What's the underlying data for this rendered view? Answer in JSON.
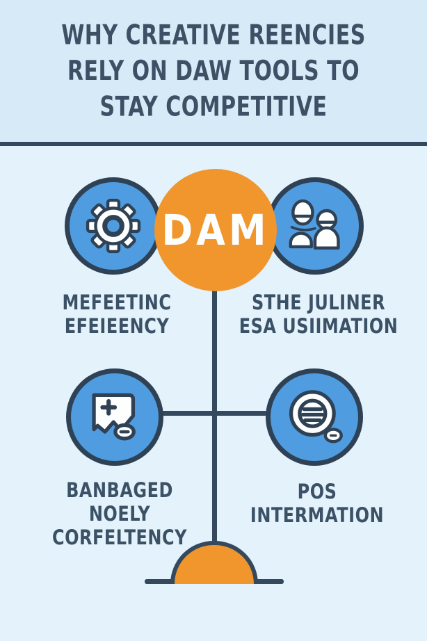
{
  "title": {
    "lines": [
      "WHY CREATIVE REENCIES",
      "RELY ON DAW TOOLS TO",
      "STAY COMPETITIVE"
    ]
  },
  "center": {
    "label": "DAM"
  },
  "nodes": [
    {
      "name": "meeting-efficiency",
      "icon": "gear-icon",
      "lines": [
        "MEFEETINC",
        "EFEIEENCY"
      ]
    },
    {
      "name": "user-estimation",
      "icon": "team-icon",
      "lines": [
        "STHE JULINER",
        "ESA USIIMATION"
      ]
    },
    {
      "name": "managed-consistency",
      "icon": "image-plus-icon",
      "lines": [
        "BANBAGED",
        "NOELY",
        "CORFELTENCY"
      ]
    },
    {
      "name": "pos-information",
      "icon": "coin-icon",
      "lines": [
        "POS",
        "INTERMATION"
      ]
    }
  ],
  "colors": {
    "background": "#e3f2fb",
    "header_background": "#d7eaf7",
    "navy_outline": "#35495e",
    "text": "#3c5268",
    "node_blue": "#4f9ce0",
    "accent_orange": "#f0962d",
    "white": "#fdfefe"
  }
}
